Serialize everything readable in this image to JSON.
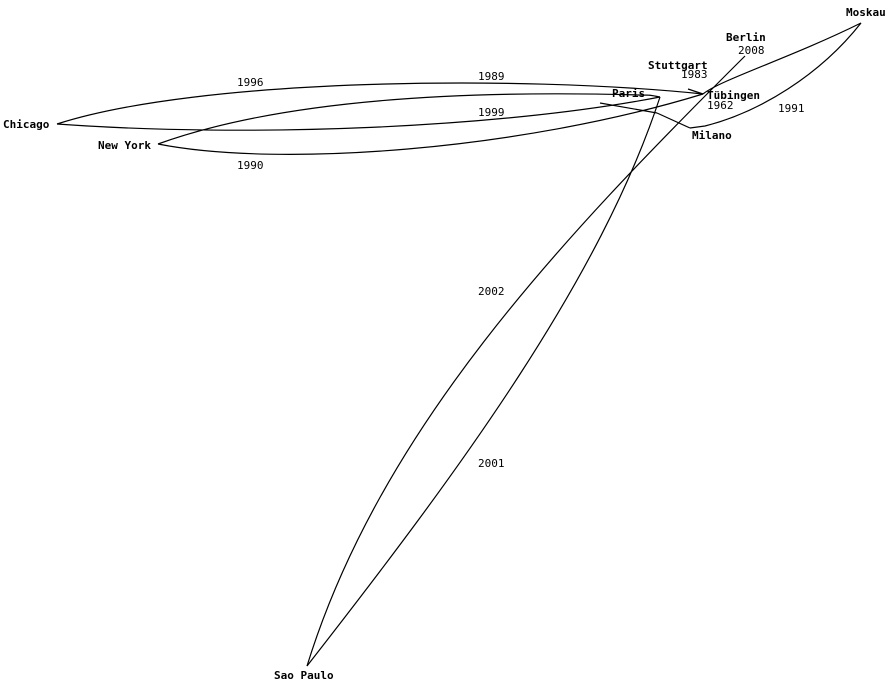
{
  "colors": {
    "background": "#ffffff",
    "ink": "#000000"
  },
  "cities": [
    {
      "id": "chicago",
      "label": "Chicago"
    },
    {
      "id": "new-york",
      "label": "New York"
    },
    {
      "id": "paris",
      "label": "Paris"
    },
    {
      "id": "stuttgart",
      "label": "Stuttgart"
    },
    {
      "id": "berlin",
      "label": "Berlin"
    },
    {
      "id": "moskau",
      "label": "Moskau"
    },
    {
      "id": "tubingen",
      "label": "Tübingen"
    },
    {
      "id": "milano",
      "label": "Milano"
    },
    {
      "id": "sao-paulo",
      "label": "Sao Paulo"
    }
  ],
  "years": [
    {
      "id": "1962",
      "label": "1962"
    },
    {
      "id": "1983",
      "label": "1983"
    },
    {
      "id": "1989",
      "label": "1989"
    },
    {
      "id": "1990",
      "label": "1990"
    },
    {
      "id": "1991",
      "label": "1991"
    },
    {
      "id": "1996",
      "label": "1996"
    },
    {
      "id": "1999",
      "label": "1999"
    },
    {
      "id": "2001",
      "label": "2001"
    },
    {
      "id": "2002",
      "label": "2002"
    },
    {
      "id": "2008",
      "label": "2008"
    }
  ]
}
